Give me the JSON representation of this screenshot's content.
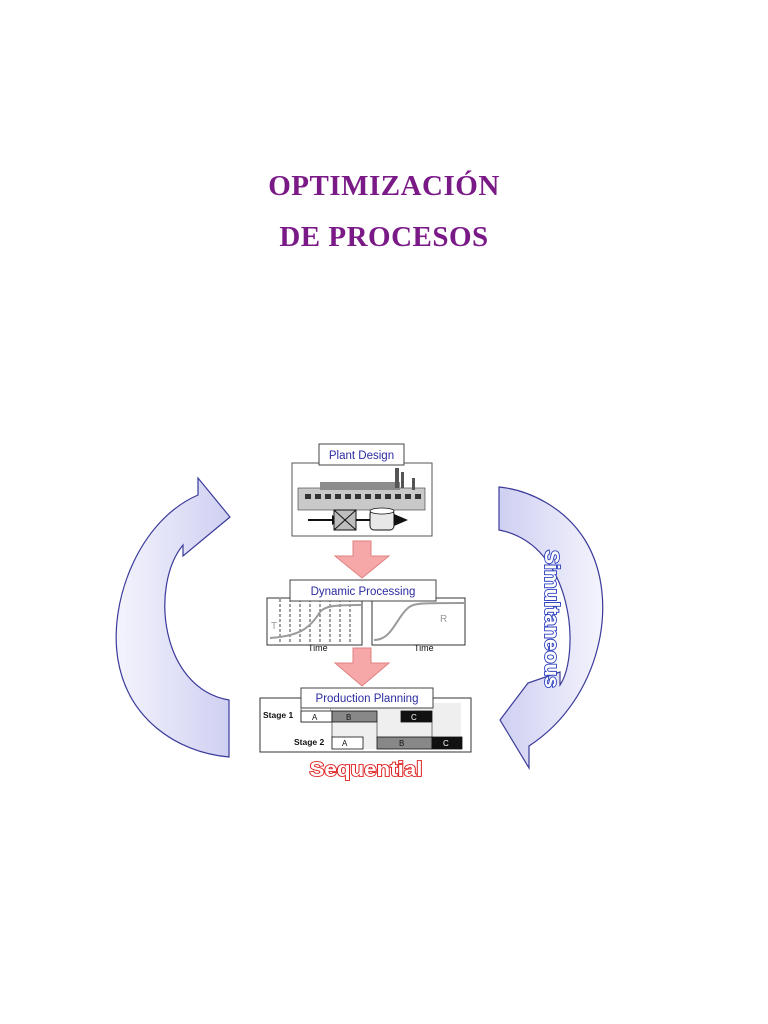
{
  "document": {
    "title_line1": "OPTIMIZACIÓN",
    "title_line2": "DE PROCESOS"
  },
  "diagram": {
    "plant_design": "Plant Design",
    "dynamic_processing": "Dynamic Processing",
    "production_planning": "Production Planning",
    "graph_left_var": "T",
    "graph_right_var": "R",
    "time_label": "Time",
    "stage1": "Stage 1",
    "stage2": "Stage 2",
    "batch_a": "A",
    "batch_b": "B",
    "batch_c": "C",
    "sequential": "Sequential",
    "simultaneous": "Simultaneous"
  },
  "colors": {
    "title": "#7a1a87",
    "cycle_arrow_fill": "#dcdcf6",
    "cycle_arrow_stroke": "#3a3a9a",
    "flow_arrow": "#f6a8a8",
    "box_label": "#2b2ba0",
    "sequential": "#e02020",
    "simultaneous": "#2b3fbf"
  },
  "icons": [
    "factory-icon",
    "valve-icon",
    "tank-icon"
  ]
}
